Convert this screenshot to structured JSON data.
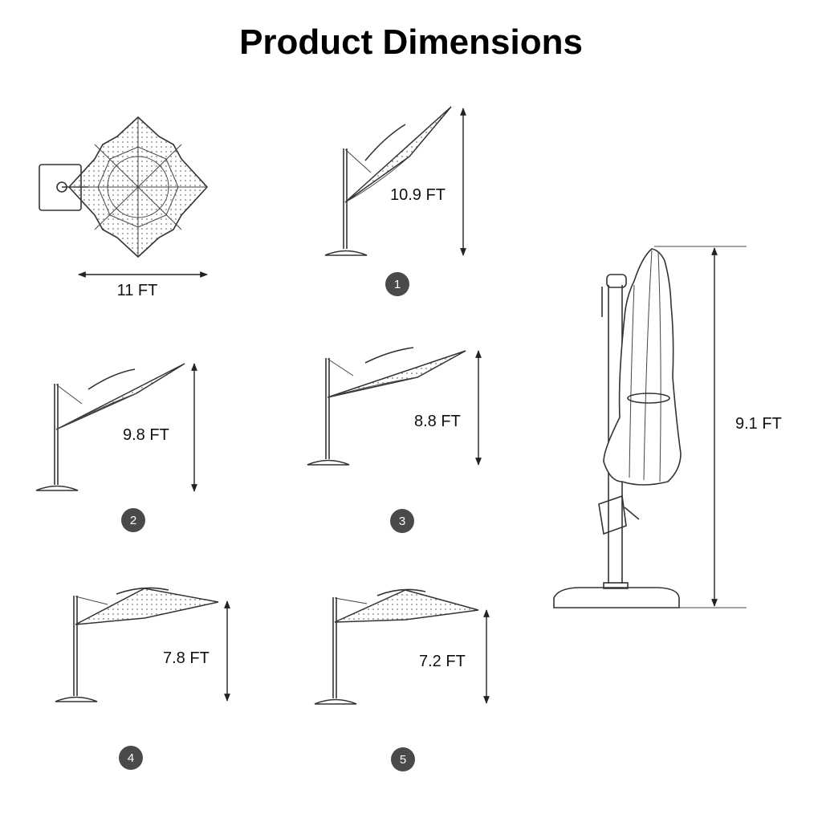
{
  "title": "Product Dimensions",
  "top_view": {
    "width_label": "11 FT"
  },
  "positions": [
    {
      "badge": "1",
      "height_label": "10.9 FT"
    },
    {
      "badge": "2",
      "height_label": "9.8 FT"
    },
    {
      "badge": "3",
      "height_label": "8.8 FT"
    },
    {
      "badge": "4",
      "height_label": "7.8 FT"
    },
    {
      "badge": "5",
      "height_label": "7.2 FT"
    }
  ],
  "closed_view": {
    "height_label": "9.1 FT"
  }
}
